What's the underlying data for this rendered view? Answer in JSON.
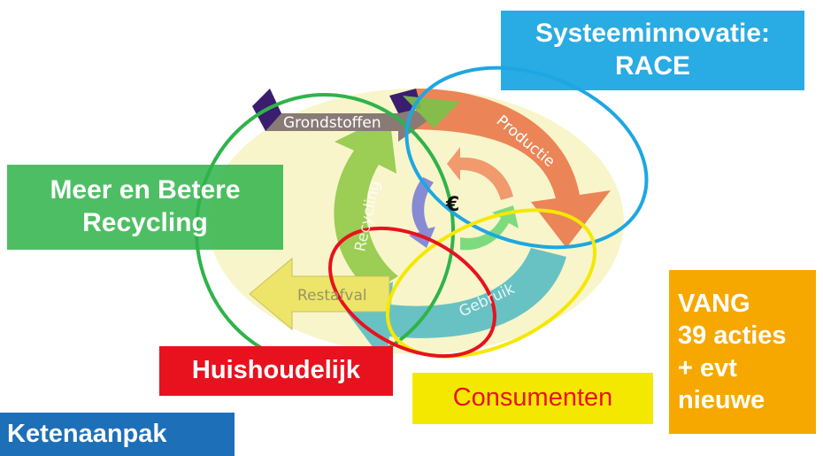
{
  "colors": {
    "recycling_green": "#2fb34a",
    "race_blue": "#1ea7e1",
    "household_red": "#e8121e",
    "consumer_yellow": "#f5e800",
    "vang_orange": "#f6a800",
    "chain_blue": "#1d6fb8",
    "cycle_fill": "#f7f3c2"
  },
  "diagram": {
    "labels": {
      "grondstoffen": "Grondstoffen",
      "productie": "Productie",
      "gebruik": "Gebruik",
      "restafval": "Restafval",
      "recycling": "Recycling",
      "euro": "€"
    }
  },
  "boxes": {
    "race": {
      "lines": [
        "Systeeminnovatie:",
        "RACE"
      ]
    },
    "recycling": {
      "lines": [
        "Meer en Betere",
        "Recycling"
      ]
    },
    "vang": {
      "lines": [
        "VANG",
        "39 acties",
        "+ evt",
        "nieuwe"
      ]
    },
    "huishoudelijk": {
      "label": "Huishoudelijk"
    },
    "consumenten": {
      "label": "Consumenten"
    },
    "ketenaanpak": {
      "label": "Ketenaanpak"
    }
  }
}
